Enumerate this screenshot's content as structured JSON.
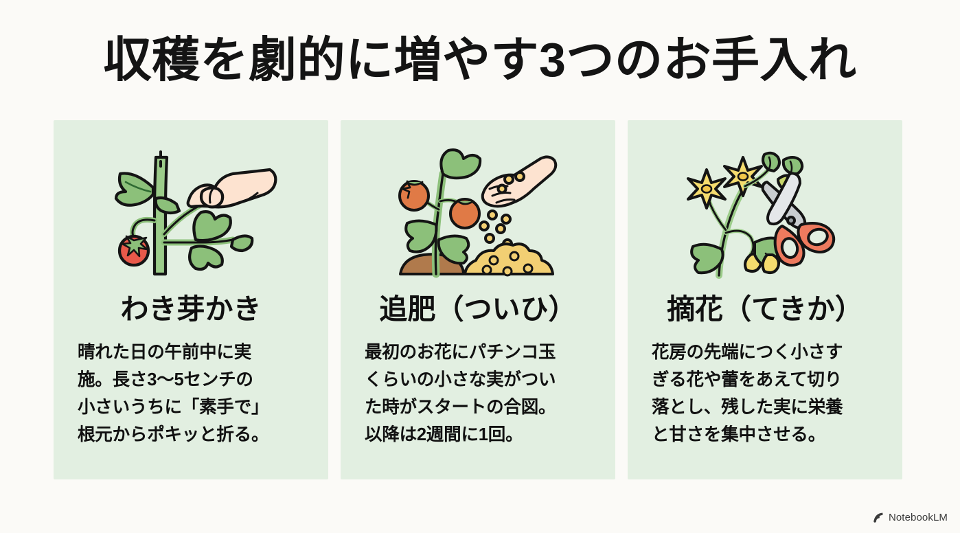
{
  "page": {
    "title": "収穫を劇的に増やす3つのお手入れ",
    "background_color": "#fbfaf7",
    "title_color": "#141414"
  },
  "cards": [
    {
      "id": "waki-me-kaki",
      "illustration": "tomato-plant-hand-pinching-sucker-icon",
      "title": "わき芽かき",
      "body_lines": [
        "晴れた日の午前中に実",
        "施。長さ3〜5センチの",
        "小さいうちに「素手で」",
        "根元からポキッと折る。"
      ],
      "body_text": "晴れた日の午前中に実施。長さ3〜5センチの小さいうちに「素手で」根元からポキッと折る。"
    },
    {
      "id": "tsuihi",
      "illustration": "tomato-plant-hand-scattering-fertilizer-icon",
      "title": "追肥（ついひ）",
      "body_lines": [
        "最初のお花にパチンコ玉",
        "くらいの小さな実がつい",
        "た時がスタートの合図。",
        "以降は2週間に1回。"
      ],
      "body_text": "最初のお花にパチンコ玉くらいの小さな実がついた時がスタートの合図。以降は2週間に1回。"
    },
    {
      "id": "tekika",
      "illustration": "tomato-flowers-with-scissors-icon",
      "title": "摘花（てきか）",
      "body_lines": [
        "花房の先端につく小さす",
        "ぎる花や蕾をあえて切り",
        "落とし、残した実に栄養",
        "と甘さを集中させる。"
      ],
      "body_text": "花房の先端につく小さすぎる花や蕾をあえて切り落とし、残した実に栄養と甘さを集中させる。"
    }
  ],
  "card_style": {
    "background_color": "#e2efe1",
    "title_color": "#101010",
    "body_color": "#111111"
  },
  "watermark": {
    "label": "NotebookLM",
    "icon": "notebooklm-spiral-logo-icon",
    "color": "#3b3b3b"
  },
  "palette": {
    "leaf_green": "#8cc07a",
    "stem_green": "#9ccc8a",
    "tomato_red": "#e8594a",
    "tomato_orange": "#e07a46",
    "skin": "#fde3d0",
    "soil_brown": "#b07a4c",
    "fertilizer_yellow": "#f2cf73",
    "flower_yellow": "#f5dc6e",
    "scissor_blade": "#c9cdd0",
    "scissor_handle": "#ed7a5e",
    "outline": "#141414"
  }
}
